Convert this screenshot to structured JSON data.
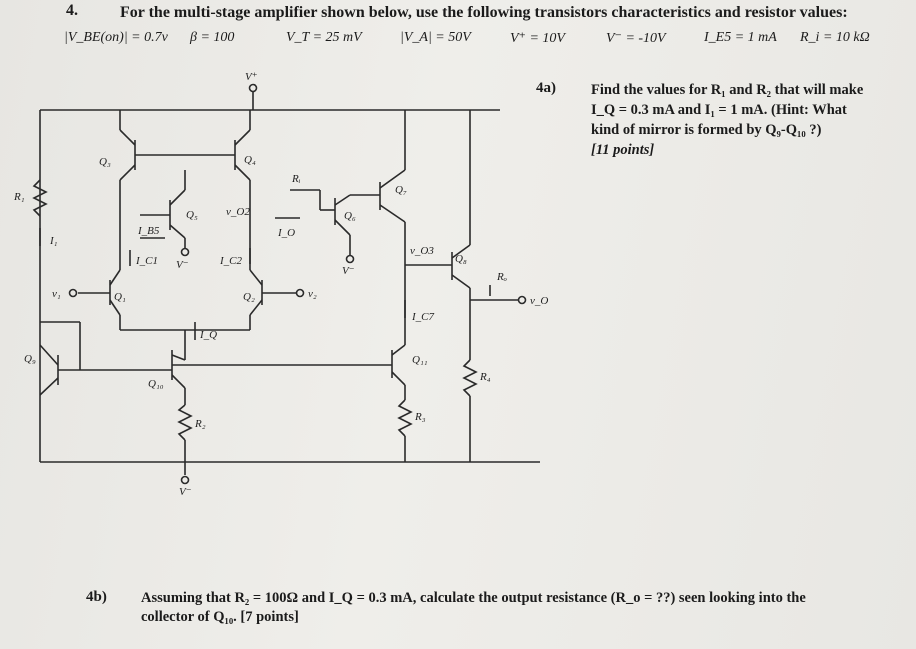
{
  "question": {
    "number": "4.",
    "title": "For the multi-stage amplifier shown below, use the following transistors characteristics and resistor values:",
    "params": [
      "|V_BE(on)| = 0.7v",
      "β = 100",
      "V_T = 25 mV",
      "|V_A| = 50V",
      "V⁺ = 10V",
      "V⁻ = -10V",
      "I_E5 = 1 mA",
      "R_i = 10 kΩ"
    ]
  },
  "part_a": {
    "label": "4a)",
    "lines": [
      "Find the values for R₁ and R₂ that will make",
      "I_Q = 0.3 mA and I₁ = 1 mA. (Hint: What",
      "kind of mirror is formed by Q₉-Q₁₀ ?)",
      "[11 points]"
    ]
  },
  "part_b": {
    "label": "4b)",
    "lines": [
      "Assuming that R₂ = 100Ω and I_Q = 0.3 mA, calculate the output resistance (R_o = ??) seen looking into the",
      "collector of Q₁₀.    [7 points]"
    ]
  },
  "circuit": {
    "supply_pos": "V⁺",
    "supply_neg": "V⁻",
    "transistors": [
      "Q₁",
      "Q₂",
      "Q₃",
      "Q₄",
      "Q₅",
      "Q₆",
      "Q₇",
      "Q₈",
      "Q₉",
      "Q₁₀",
      "Q₁₁"
    ],
    "resistors": [
      "R₁",
      "R₂",
      "R₃",
      "R₄",
      "Rᵢ",
      "Rₒ"
    ],
    "currents": [
      "I₁",
      "I_B5",
      "I_C1",
      "I_C2",
      "I_Q",
      "I_O",
      "I_C7"
    ],
    "nodes": [
      "v₁",
      "v₂",
      "v_O2",
      "v_O3",
      "v_O",
      "V⁻",
      "V⁻"
    ]
  }
}
